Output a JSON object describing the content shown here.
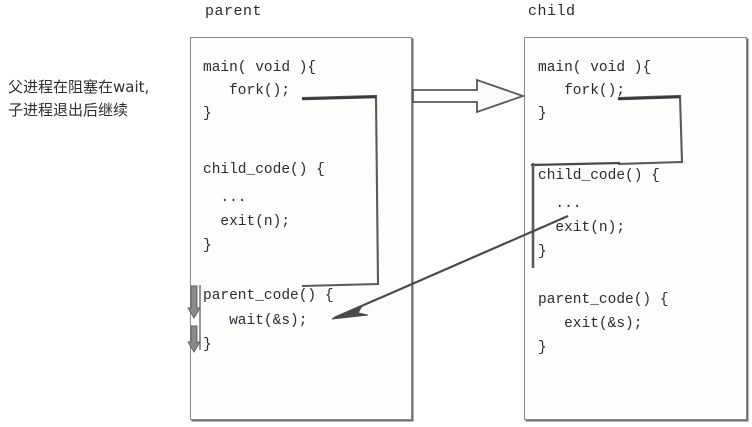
{
  "diagram": {
    "title_parent": "parent",
    "title_child": "child",
    "annotation": {
      "line1": "父进程在阻塞在wait,",
      "line2": "子进程退出后继续"
    },
    "colors": {
      "background": "#ffffff",
      "box_fill": "#fdfdfc",
      "box_border": "#8a8a8a",
      "text": "#2c2c2c",
      "arrow": "#4a4a4a"
    },
    "parent_code": [
      "main( void ){",
      "   fork();",
      "}",
      "",
      "child_code() {",
      "  ...",
      "  exit(n);",
      "}",
      "",
      "parent_code() {",
      "   wait(&s);",
      "}"
    ],
    "child_code": [
      "main( void ){",
      "   fork();",
      "}",
      "",
      "child_code() {",
      "  ...",
      "  exit(n);",
      "}",
      "",
      "parent_code() {",
      "   exit(&s);",
      "}"
    ],
    "arrows": {
      "fork_arrow_label": "fork-transfer-arrow",
      "wait_arrow_label": "child-exit-to-wait-arrow",
      "resume_arrows_label": "parent-resume-arrows"
    }
  }
}
